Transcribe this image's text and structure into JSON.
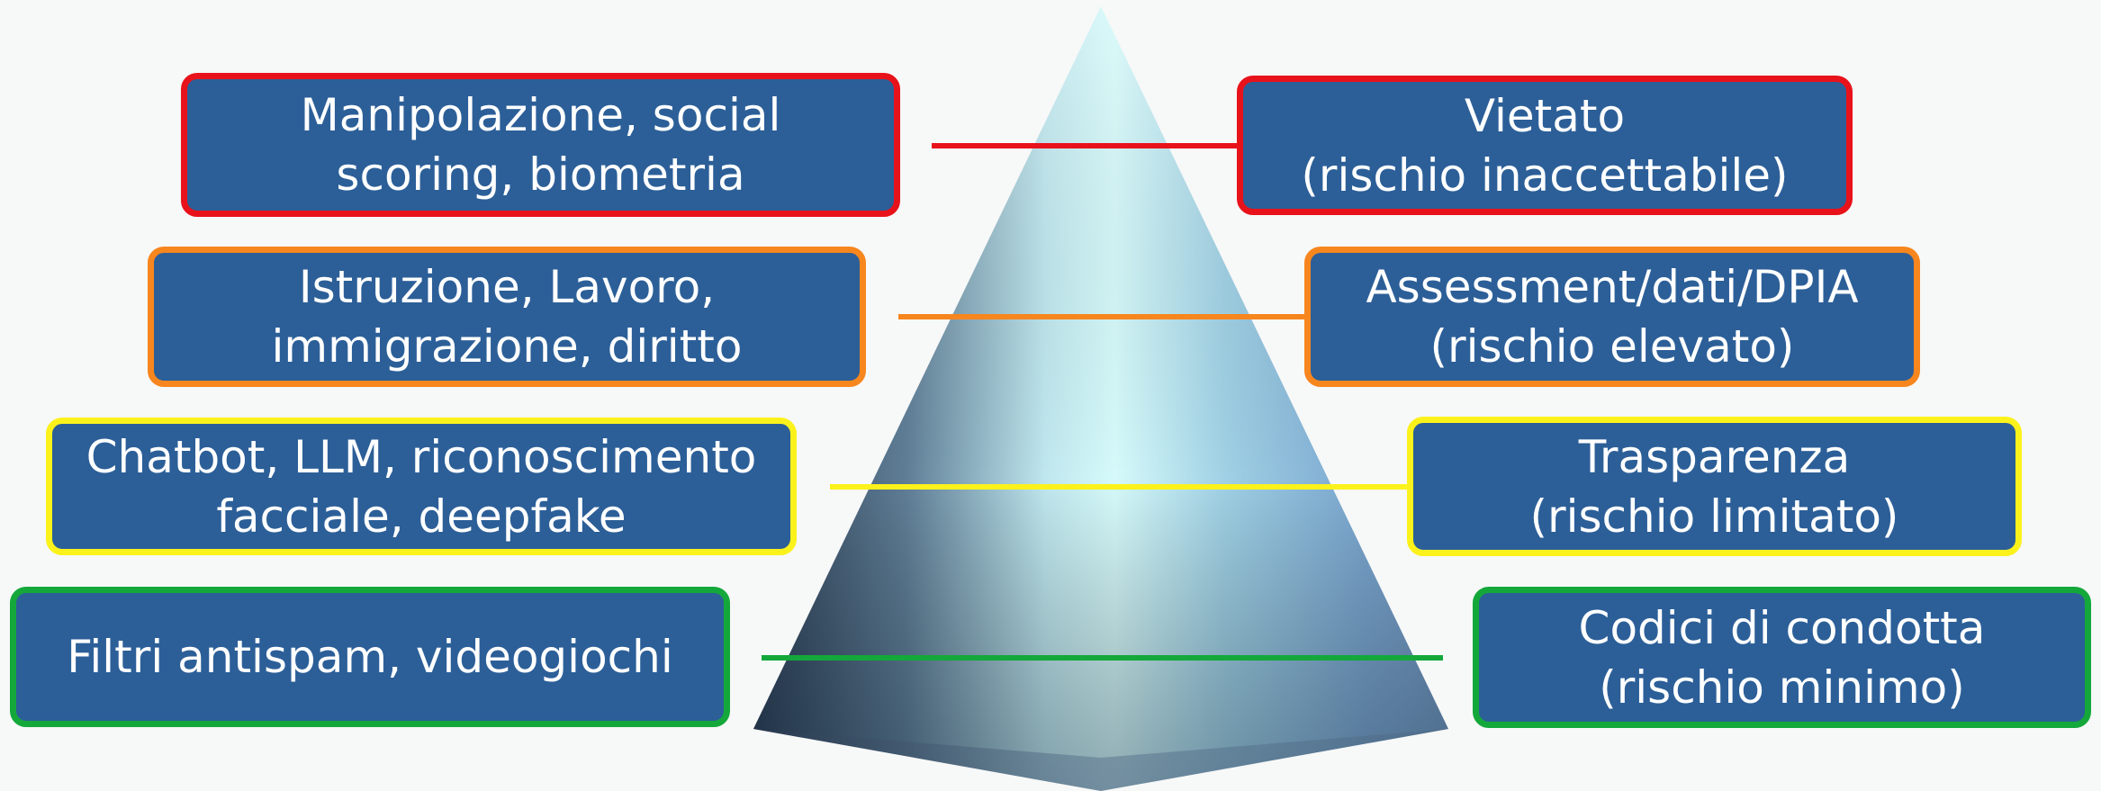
{
  "colors": {
    "background": "#f7f8f8",
    "box_fill": "#2c5f98",
    "box_text": "#ffffff",
    "level_colors": [
      "#e8121b",
      "#f7861e",
      "#fbf21b",
      "#14a83b"
    ]
  },
  "levels": [
    {
      "color": "#e8121b",
      "left_lines": [
        "Manipolazione, social",
        "scoring, biometria"
      ],
      "right_lines": [
        "Vietato",
        "(rischio inaccettabile)"
      ]
    },
    {
      "color": "#f7861e",
      "left_lines": [
        "Istruzione, Lavoro,",
        "immigrazione, diritto"
      ],
      "right_lines": [
        "Assessment/dati/DPIA",
        "(rischio elevato)"
      ]
    },
    {
      "color": "#fbf21b",
      "left_lines": [
        "Chatbot, LLM, riconoscimento",
        "facciale, deepfake"
      ],
      "right_lines": [
        "Trasparenza",
        "(rischio limitato)"
      ]
    },
    {
      "color": "#14a83b",
      "left_lines": [
        "Filtri antispam, videogiochi"
      ],
      "right_lines": [
        "Codici di condotta",
        "(rischio minimo)"
      ]
    }
  ]
}
